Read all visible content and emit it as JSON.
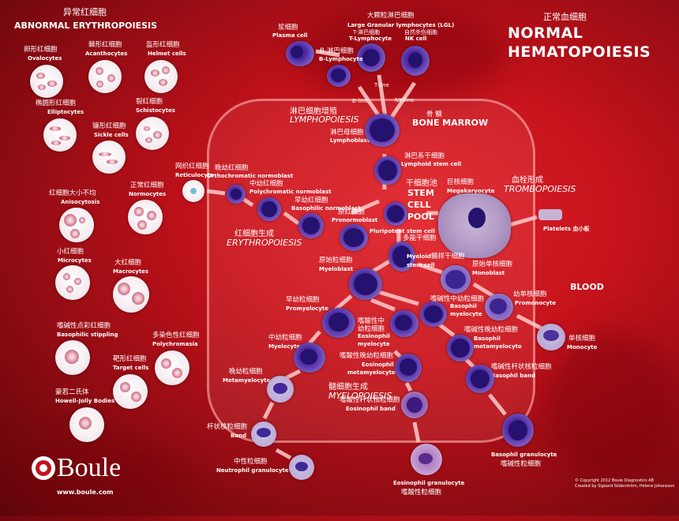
{
  "abnormal": {
    "title_zh": "异常红细胞",
    "title_en": "ABNORMAL ERYTHROPOIESIS",
    "items": [
      {
        "zh": "卵形红细胞",
        "en": "Ovalocytes"
      },
      {
        "zh": "棘形红细胞",
        "en": "Acanthocytes"
      },
      {
        "zh": "盔形红细胞",
        "en": "Helmet cells"
      },
      {
        "zh": "椭圆形红细胞",
        "en": "Elliptocytes"
      },
      {
        "zh": "裂红细胞",
        "en": "Schistocytes"
      },
      {
        "zh": "镰形红细胞",
        "en": "Sickle cells"
      },
      {
        "zh": "网织红细胞",
        "en": "Reticulocyte"
      },
      {
        "zh": "正常红细胞",
        "en": "Normocytes"
      },
      {
        "zh": "红细胞大小不均",
        "en": "Anisocytosis"
      },
      {
        "zh": "小红细胞",
        "en": "Microcytes"
      },
      {
        "zh": "大红细胞",
        "en": "Macrocytes"
      },
      {
        "zh": "嗜碱性点彩红细胞",
        "en": "Basophilic stippling"
      },
      {
        "zh": "多染色性红细胞",
        "en": "Polychromasia"
      },
      {
        "zh": "靶形红细胞",
        "en": "Target cells"
      },
      {
        "zh": "豪若二氏体",
        "en": "Howell-Jolly Bodies"
      }
    ]
  },
  "normal": {
    "title_zh": "正常血细胞",
    "title_line1": "NORMAL",
    "title_line2": "HEMATOPOIESIS"
  },
  "sections": {
    "lympho_zh": "淋巴细胞增殖",
    "lympho_en": "LYMPHOPOIESIS",
    "marrow_zh": "骨 髓",
    "marrow_en": "BONE MARROW",
    "pool_zh": "干细胞池",
    "pool_l1": "STEM",
    "pool_l2": "CELL",
    "pool_l3": "POOL",
    "trombo_zh": "血栓形成",
    "trombo_en": "TROMBOPOIESIS",
    "erythro_zh": "红细胞生成",
    "erythro_en": "ERYTHROPOIESIS",
    "myelo_zh": "髓细胞生成",
    "myelo_en": "MYELOPOIESIS",
    "blood": "BLOOD"
  },
  "labels": {
    "plasma_zh": "浆细胞",
    "plasma_en": "Plasma cell",
    "lgl_zh": "大颗粒淋巴细胞",
    "lgl_en": "Large Granular lymphocytes (LGL)",
    "t_zh": "T-淋巴细胞",
    "t_en": "T-Lymphocyte",
    "nk_zh": "自然杀伤细胞",
    "nk_en": "NK cell",
    "b_zh": "B-淋巴细胞",
    "b_en": "B-Lymphocyte",
    "tline": "T-line",
    "bline": "B-line",
    "nkline": "NK-line",
    "lymphoblast_zh": "淋巴母细胞",
    "lymphoblast_en": "Lymphoblast",
    "lsc_zh": "淋巴系干细胞",
    "lsc_en": "Lymphoid stem cell",
    "mega_zh": "巨核细胞",
    "mega_en": "Megakaryocyte",
    "platelets": "Platelets 血小板",
    "ortho_zh": "晚幼红细胞",
    "ortho_en": "Orthochromatic normoblast",
    "poly_zh": "中幼红细胞",
    "poly_en": "Polychromatic normoblast",
    "baso_nb_zh": "早幼红细胞",
    "baso_nb_en": "Basophilic normoblast",
    "pronb_zh": "原红细胞",
    "pronb_en": "Pronormoblast",
    "pluri_en": "Pluripotent stem cell",
    "pluri_zh": "多能干细胞",
    "myeloid_en": "Myeloid",
    "myeloid_zh": "髓样干细胞",
    "myeloid_en2": "stem cell",
    "myeloblast_zh": "原始粒细胞",
    "myeloblast_en": "Myeloblast",
    "monoblast_zh": "原始单核细胞",
    "monoblast_en": "Monoblast",
    "promono_zh": "幼单核细胞",
    "promono_en": "Promonocyte",
    "mono_zh": "单核细胞",
    "mono_en": "Monocyte",
    "promyelo_zh": "早幼粒细胞",
    "promyelo_en": "Promyelocyte",
    "basomyelo_zh": "嗜碱性中幼粒细胞",
    "basomyelo_en1": "Basophil",
    "basomyelo_en2": "myelocyte",
    "eosmyelo_zh1": "嗜酸性中",
    "eosmyelo_zh2": "幼粒细胞",
    "eosmyelo_en1": "Eosinophil",
    "eosmyelo_en2": "myelocyte",
    "myelocyte_zh": "中幼粒细胞",
    "myelocyte_en": "Myelocyte",
    "basometa_zh": "嗜碱性晚幼粒细胞",
    "basometa_en1": "Basophil",
    "basometa_en2": "metamyelocyte",
    "eosmeta_zh": "嗜酸性晚幼粒细胞",
    "eosmeta_en1": "Eosinophil",
    "eosmeta_en2": "metamyelocyte",
    "meta_zh": "晚幼粒细胞",
    "meta_en": "Metamyelocyte",
    "basoband_zh": "嗜碱性杆状核粒细胞",
    "basoband_en": "Basophil band",
    "eosband_zh": "嗜酸性杆状核粒细胞",
    "eosband_en": "Eosinophil band",
    "band_zh": "杆状核粒细胞",
    "band_en": "Band",
    "neutro_zh": "中性粒细胞",
    "neutro_en": "Neutrophil granulocyte",
    "basogran_en": "Basophil granulocyte",
    "basogran_zh": "嗜碱性粒细胞",
    "eosgran_en": "Eosinophil granulocyte",
    "eosgran_zh": "嗜酸性粒细胞"
  },
  "footer": {
    "brand": "Boule",
    "url": "www.boule.com",
    "copy1": "© Copyright 2012 Boule Diagnostics AB",
    "copy2": "Created by Sigeard Söderström, Helene Johansson"
  }
}
